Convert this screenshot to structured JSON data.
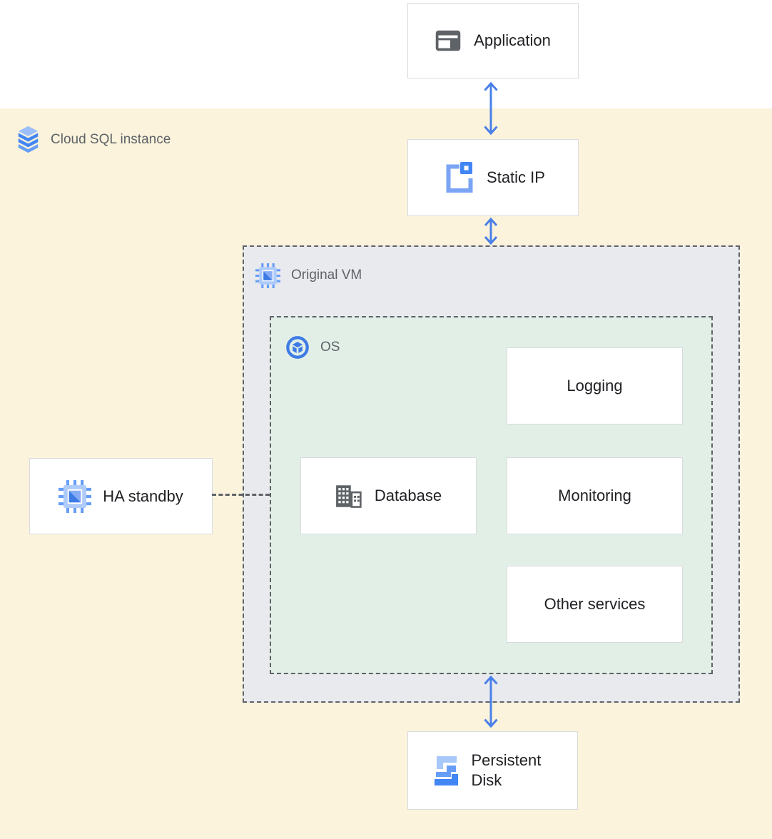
{
  "region": {
    "label": "Cloud SQL instance",
    "icon": "cloud-sql-icon"
  },
  "containers": {
    "original_vm": {
      "label": "Original VM",
      "icon": "compute-engine-icon"
    },
    "os": {
      "label": "OS",
      "icon": "os-icon"
    }
  },
  "nodes": {
    "application": {
      "label": "Application",
      "icon": "application-window-icon"
    },
    "static_ip": {
      "label": "Static IP",
      "icon": "static-ip-icon"
    },
    "ha_standby": {
      "label": "HA standby",
      "icon": "compute-engine-icon"
    },
    "database": {
      "label": "Database",
      "icon": "datacenter-icon"
    },
    "logging": {
      "label": "Logging"
    },
    "monitoring": {
      "label": "Monitoring"
    },
    "other_services": {
      "label": "Other services"
    },
    "persistent_disk": {
      "label": "Persistent Disk",
      "icon": "persistent-disk-icon"
    }
  },
  "connections": [
    {
      "from": "application",
      "to": "static_ip",
      "style": "double-arrow"
    },
    {
      "from": "static_ip",
      "to": "original_vm",
      "style": "double-arrow"
    },
    {
      "from": "os",
      "to": "persistent_disk",
      "style": "double-arrow"
    },
    {
      "from": "ha_standby",
      "to": "os",
      "style": "dashed-line"
    }
  ],
  "colors": {
    "canvas_top": "#FFFFFF",
    "cloud_sql_region_bg": "#FBF3DC",
    "vm_container_bg": "#E9EAEE",
    "os_container_bg": "#E2EFE7",
    "node_bg": "#FFFFFF",
    "node_border": "#D9DBDF",
    "dashed_border": "#5F6368",
    "arrow_blue": "#4A80E8",
    "container_label_text": "#5F6368",
    "node_label_text": "#202124",
    "icon_gray": "#5F6368",
    "icon_blue": "#4285F4",
    "icon_blue_medium": "#669DF6",
    "icon_blue_light": "#A8C7FA"
  }
}
